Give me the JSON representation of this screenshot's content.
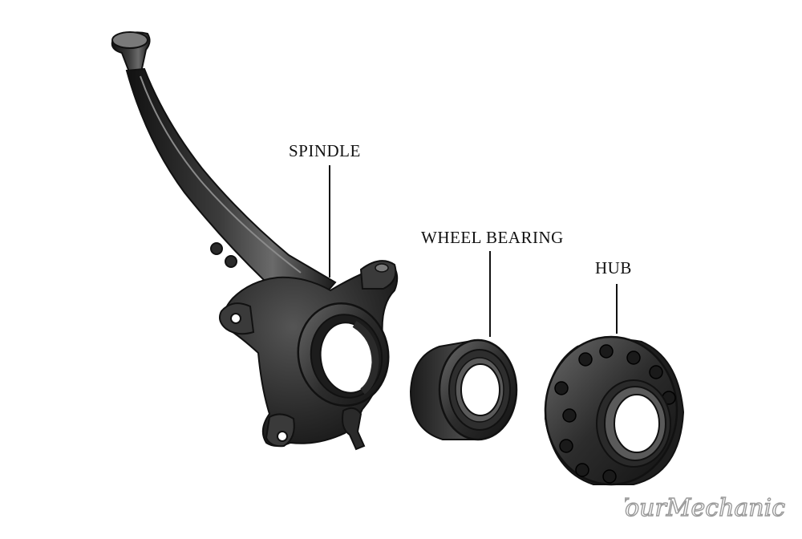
{
  "labels": {
    "spindle": "SPINDLE",
    "wheel_bearing": "WHEEL BEARING",
    "hub": "HUB"
  },
  "brand": {
    "watermark": "YourMechanic"
  },
  "colors": {
    "part_body": "#2a2a2a",
    "part_highlight": "#6a6a6a",
    "part_shadow": "#111111",
    "background": "#ffffff",
    "watermark": "#9a9a9a"
  }
}
